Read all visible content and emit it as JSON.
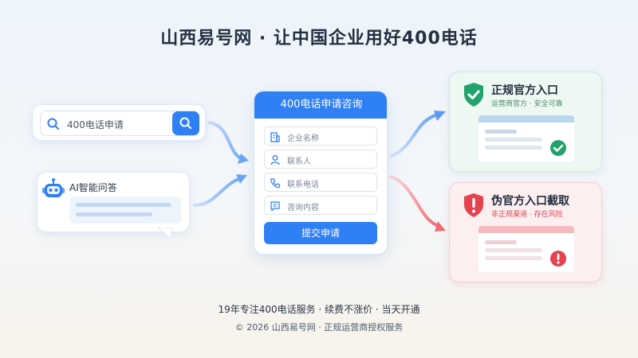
{
  "header": {
    "title": "山西易号网 · 让中国企业用好400电话"
  },
  "search": {
    "query": "400电话申请",
    "icon": "search-icon"
  },
  "ai_chat": {
    "label": "AI智能问答",
    "icon": "robot-icon"
  },
  "form": {
    "title": "400电话申请咨询",
    "fields": [
      {
        "placeholder": "企业名称",
        "icon": "building-icon"
      },
      {
        "placeholder": "联系人",
        "icon": "person-icon"
      },
      {
        "placeholder": "联系电话",
        "icon": "phone-icon"
      },
      {
        "placeholder": "咨询内容",
        "icon": "message-icon"
      }
    ],
    "submit_label": "提交申请"
  },
  "official": {
    "title": "正规官方入口",
    "subtitle": "运营商官方 · 安全可靠",
    "accent": "#22a36b"
  },
  "fake": {
    "title": "伪官方入口截取",
    "subtitle": "非正规渠道 · 存在风险",
    "accent": "#e5434f"
  },
  "footer": {
    "line1": "19年专注400电话服务 · 续费不涨价 · 当天开通",
    "line2": "© 2026 山西易号网 · 正规运营商授权服务"
  },
  "colors": {
    "primary": "#2f7ff5",
    "success": "#22a36b",
    "danger": "#e5434f"
  }
}
